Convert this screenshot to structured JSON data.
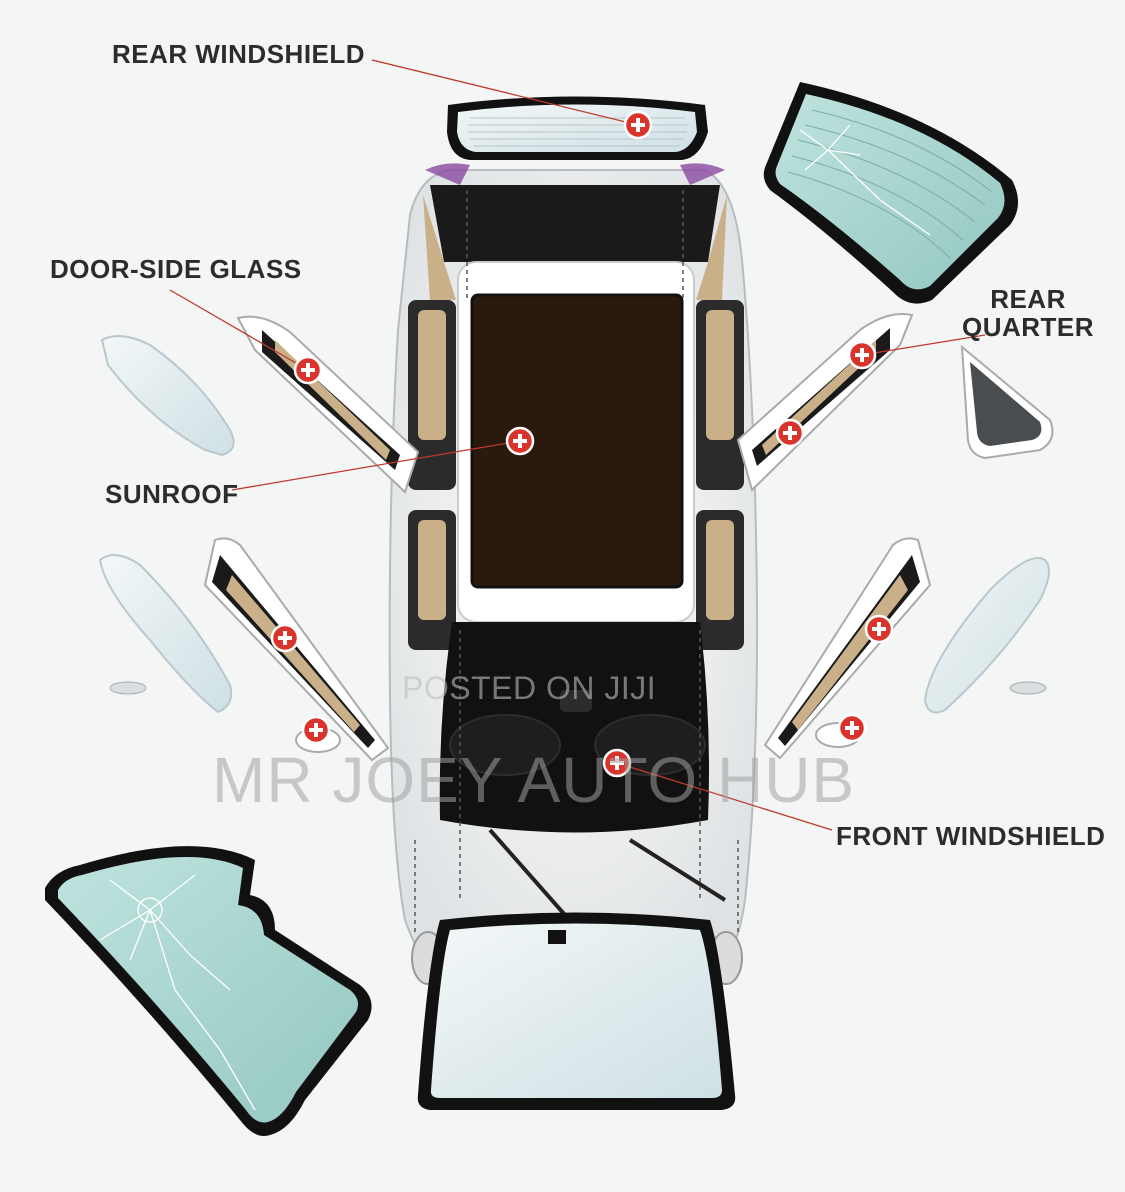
{
  "labels": {
    "rear_windshield": "REAR WINDSHIELD",
    "door_side_glass": "DOOR-SIDE GLASS",
    "rear_quarter_line1": "REAR",
    "rear_quarter_line2": "QUARTER",
    "sunroof": "SUNROOF",
    "front_windshield": "FRONT WINDSHIELD"
  },
  "watermark": {
    "small": "POSTED ON JIJI",
    "big": "MR JOEY AUTO HUB"
  },
  "colors": {
    "glass": "#a9d4cf",
    "glass_light": "#e7eef0",
    "frame": "#111111",
    "marker": "#d9342b",
    "car_body": "#ffffff",
    "sunroof_glass": "#2a1a0e"
  }
}
